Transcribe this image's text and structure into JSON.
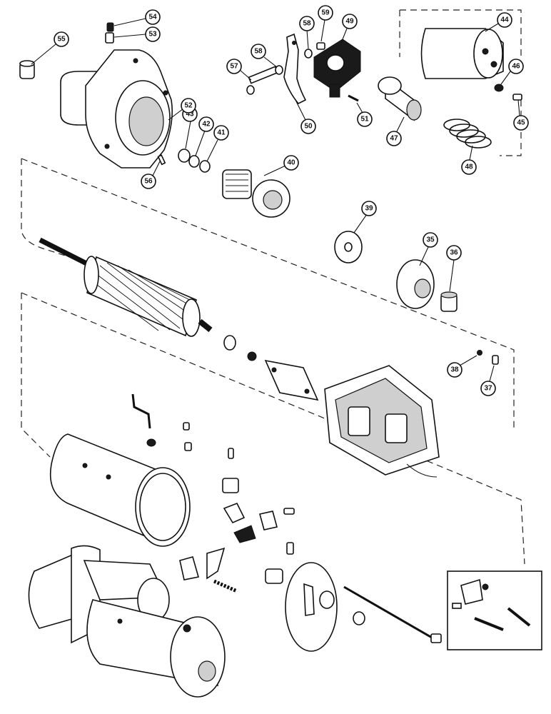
{
  "diagram": {
    "callouts": [
      "35",
      "36",
      "37",
      "38",
      "39",
      "40",
      "41",
      "42",
      "43",
      "44",
      "45",
      "46",
      "47",
      "48",
      "49",
      "50",
      "51",
      "52",
      "53",
      "54",
      "55",
      "56",
      "57",
      "58",
      "59"
    ]
  },
  "colors": {
    "ink": "#111111",
    "paper": "#ffffff",
    "shade": "#cfcfcf"
  }
}
